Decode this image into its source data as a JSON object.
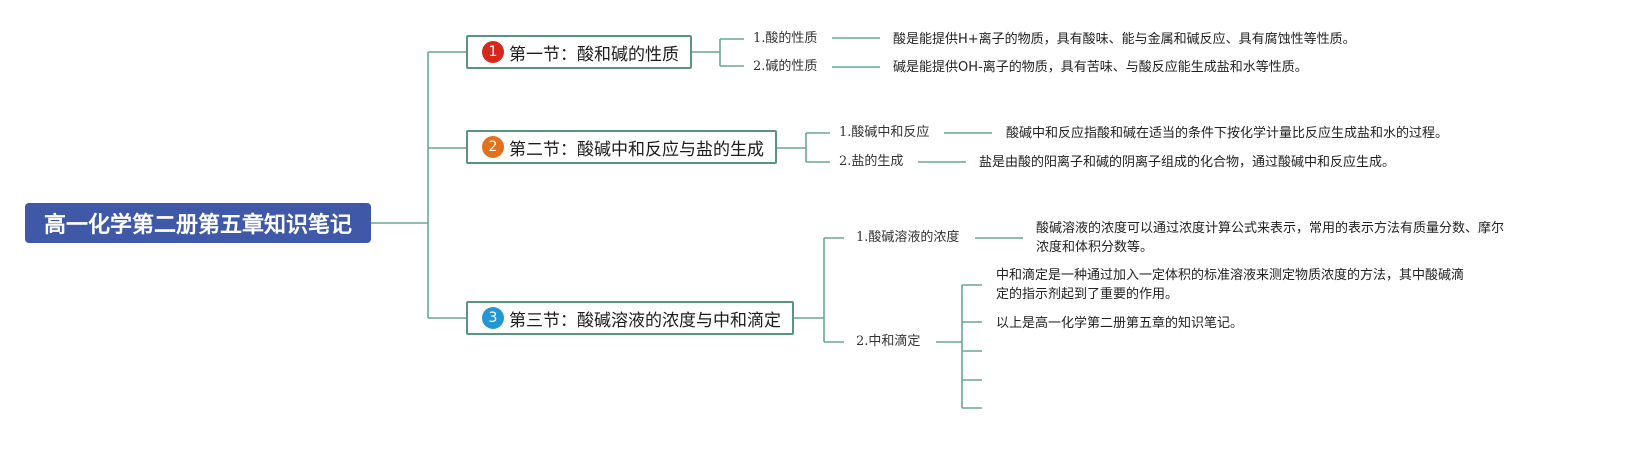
{
  "root": {
    "title": "高一化学第二册第五章知识笔记"
  },
  "sections": [
    {
      "number": "1",
      "badge_color": "#d7261b",
      "title": "第一节：酸和碱的性质",
      "items": [
        {
          "label": "1.酸的性质",
          "details": [
            "酸是能提供H+离子的物质，具有酸味、能与金属和碱反应、具有腐蚀性等性质。"
          ]
        },
        {
          "label": "2.碱的性质",
          "details": [
            "碱是能提供OH-离子的物质，具有苦味、与酸反应能生成盐和水等性质。"
          ]
        }
      ]
    },
    {
      "number": "2",
      "badge_color": "#e2711d",
      "title": "第二节：酸碱中和反应与盐的生成",
      "items": [
        {
          "label": "1.酸碱中和反应",
          "details": [
            "酸碱中和反应指酸和碱在适当的条件下按化学计量比反应生成盐和水的过程。"
          ]
        },
        {
          "label": "2.盐的生成",
          "details": [
            "盐是由酸的阳离子和碱的阴离子组成的化合物，通过酸碱中和反应生成。"
          ]
        }
      ]
    },
    {
      "number": "3",
      "badge_color": "#2297d2",
      "title": "第三节：酸碱溶液的浓度与中和滴定",
      "items": [
        {
          "label": "1.酸碱溶液的浓度",
          "details": [
            "酸碱溶液的浓度可以通过浓度计算公式来表示，常用的表示方法有质量分数、摩尔浓度和体积分数等。"
          ]
        },
        {
          "label": "2.中和滴定",
          "details": [
            "中和滴定是一种通过加入一定体积的标准溶液来测定物质浓度的方法，其中酸碱滴定的指示剂起到了重要的作用。",
            "以上是高一化学第二册第五章的知识笔记。",
            "",
            "",
            ""
          ]
        }
      ]
    }
  ],
  "colors": {
    "connector": "#5a9485",
    "root_fill": "#3f58a7"
  }
}
